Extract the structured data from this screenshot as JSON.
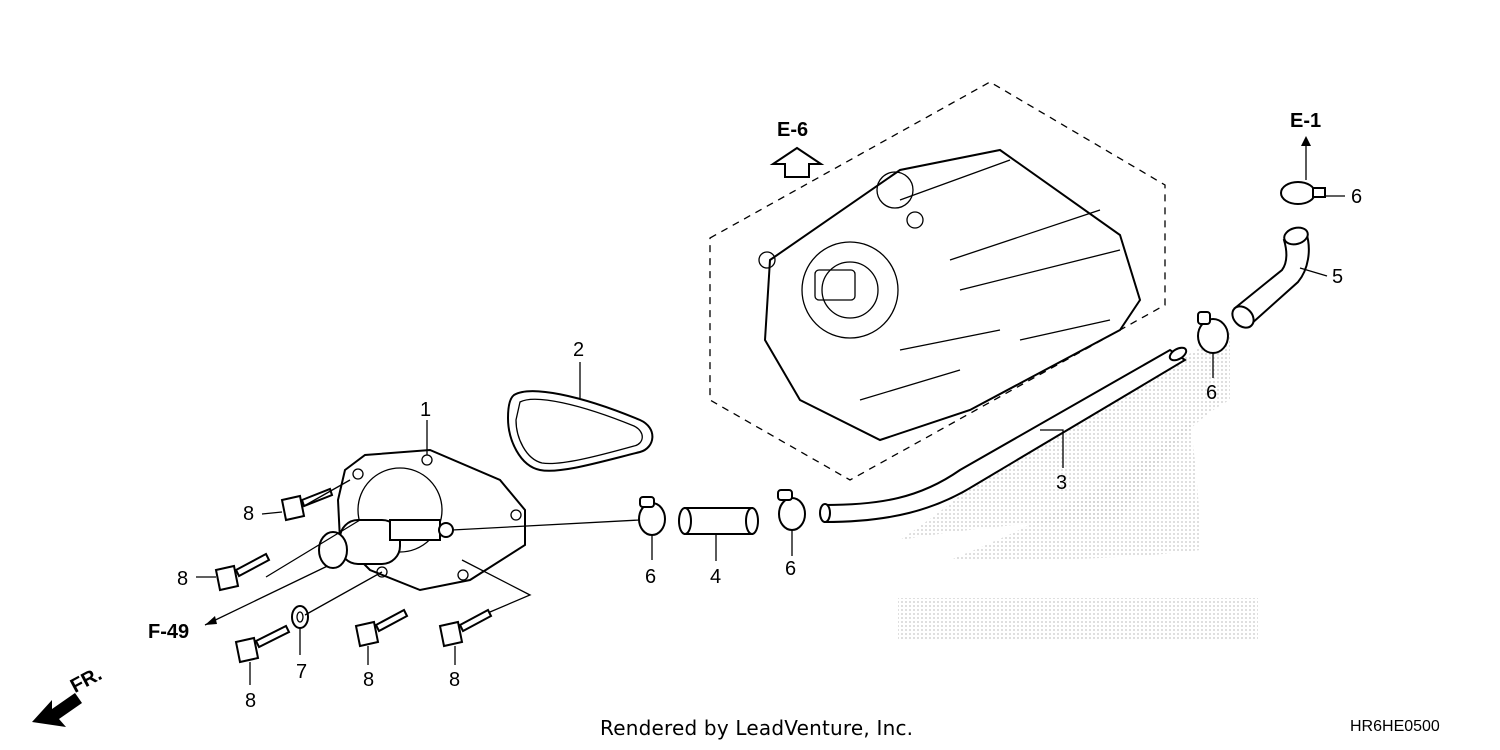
{
  "refs": {
    "e6": "E-6",
    "e1": "E-1",
    "f49": "F-49",
    "fr": "FR."
  },
  "callouts": {
    "c1": "1",
    "c2": "2",
    "c3": "3",
    "c4": "4",
    "c5": "5",
    "c6_topright": "6",
    "c6_mid": "6",
    "c6_clamp_left": "6",
    "c6_clamp_right": "6",
    "c7": "7",
    "c8_a": "8",
    "c8_b": "8",
    "c8_c": "8",
    "c8_d": "8",
    "c8_e": "8"
  },
  "footer": {
    "credit": "Rendered by LeadVenture, Inc.",
    "code": "HR6HE0500"
  },
  "colors": {
    "ink": "#000000",
    "watermark": "#d9d9d9",
    "background": "#ffffff"
  }
}
